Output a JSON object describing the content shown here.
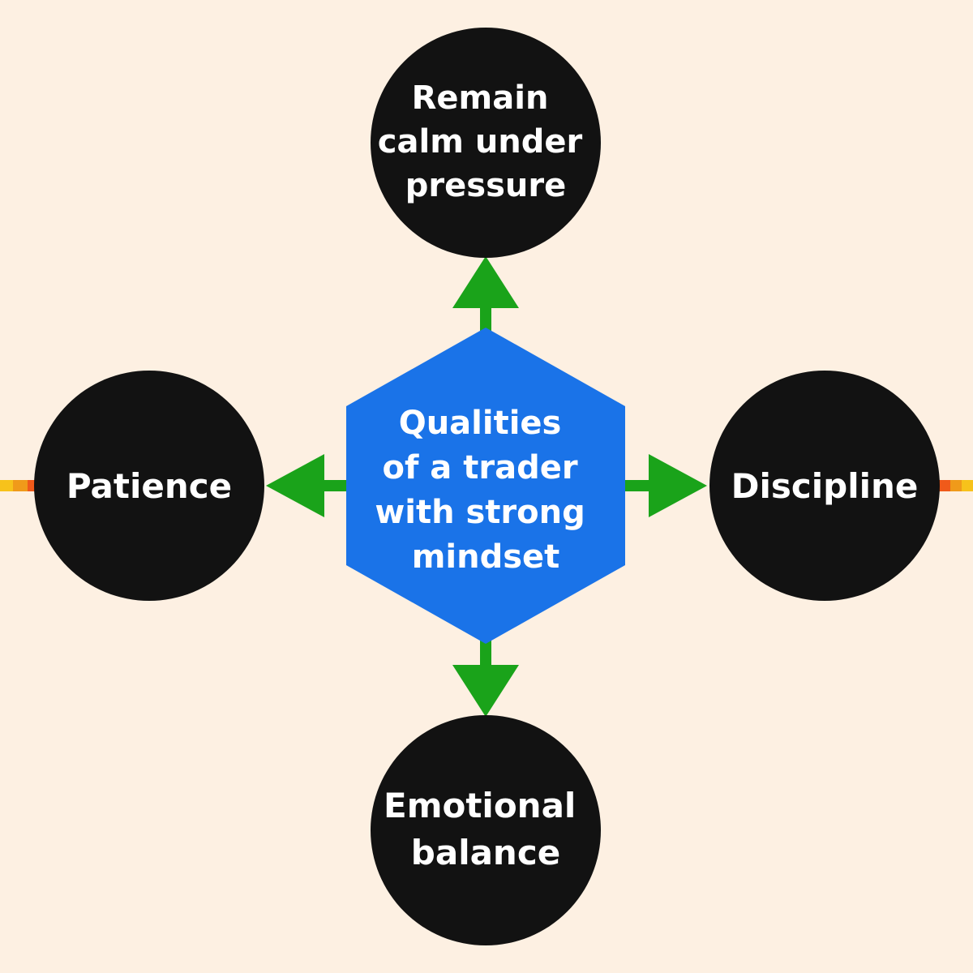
{
  "diagram": {
    "center": {
      "lines": [
        "Qualities",
        "of a trader",
        "with strong",
        "mindset"
      ]
    },
    "nodes": {
      "top": {
        "lines": [
          "Remain",
          "calm under",
          "pressure"
        ]
      },
      "left": {
        "lines": [
          "Patience"
        ]
      },
      "right": {
        "lines": [
          "Discipline"
        ]
      },
      "bottom": {
        "lines": [
          "Emotional",
          "balance"
        ]
      }
    }
  },
  "colors": {
    "background": "#fdf0e2",
    "center_fill": "#1a73e8",
    "node_fill": "#121212",
    "arrow": "#1aa31a",
    "text": "#ffffff",
    "edge_accent_yellow": "#f7c21b",
    "edge_accent_orange": "#f05a1a"
  }
}
